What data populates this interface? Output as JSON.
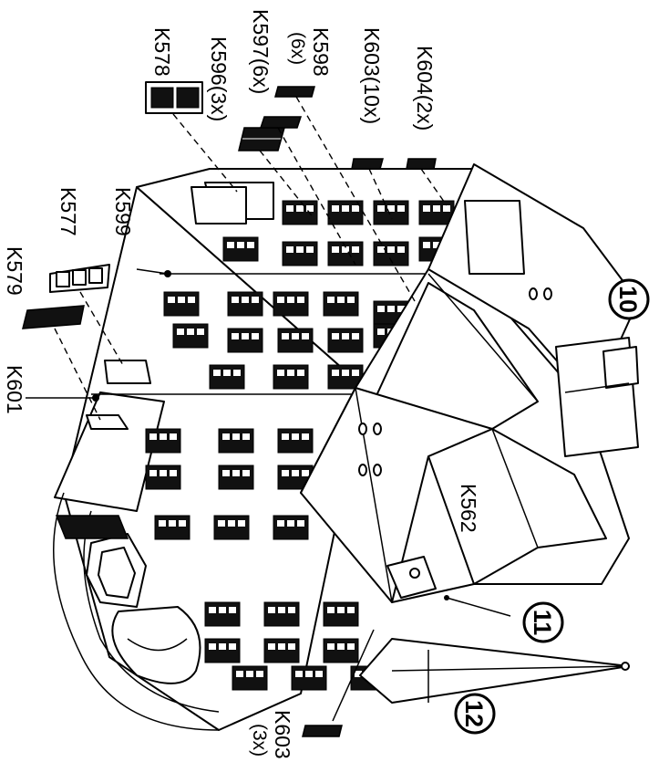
{
  "diagram": {
    "part_labels": {
      "k578": "K578",
      "k596": "K596(3x)",
      "k597": "K597(6x)",
      "k598_code": "K598",
      "k598_qty": "(6x)",
      "k603_top": "K603(10x)",
      "k604": "K604(2x)",
      "k599": "K599",
      "k577": "K577",
      "k579": "K579",
      "k601": "K601",
      "k562": "K562",
      "k603_bottom_code": "K603",
      "k603_bottom_qty": "(3x)"
    },
    "steps": {
      "step10": "10",
      "step11": "11",
      "step12": "12"
    },
    "colors": {
      "ink": "#000000",
      "paper": "#ffffff"
    }
  }
}
